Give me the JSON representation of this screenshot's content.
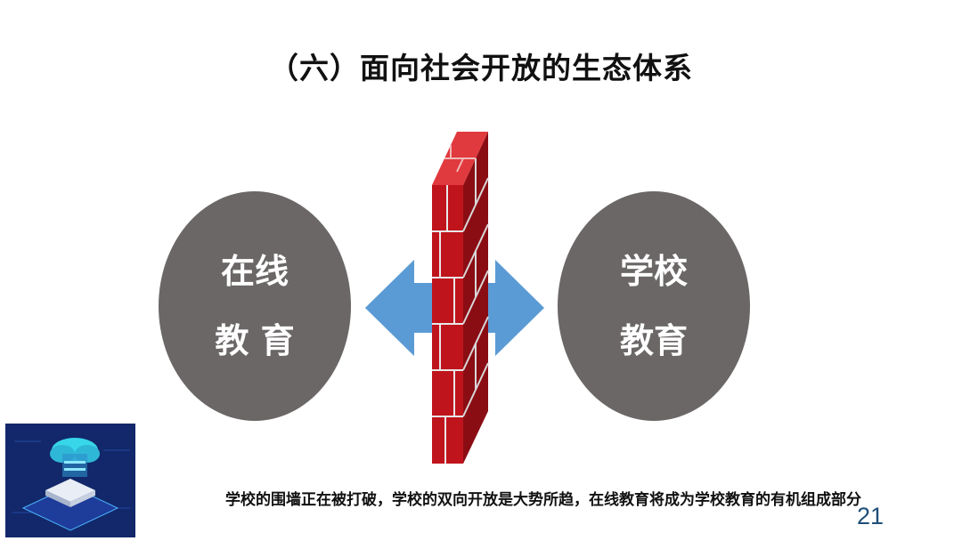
{
  "slide": {
    "title": "（六）面向社会开放的生态体系",
    "left_circle": {
      "line1": "在线",
      "line2": "教 育"
    },
    "right_circle": {
      "line1": "学校",
      "line2": "教育"
    },
    "caption": "学校的围墙正在被打破，学校的双向开放是大势所趋，在线教育将成为学校教育的有机组成部分",
    "page_number": "21"
  },
  "colors": {
    "circle_fill": "#6b6767",
    "arrow_fill": "#5b9bd5",
    "brick_front": "#c0141c",
    "brick_side": "#8b0d14",
    "brick_top": "#e03a3e",
    "page_number": "#1f4e79"
  },
  "icons": {
    "wall": "brick-wall-icon",
    "arrow": "double-arrow-icon",
    "thumbnail": "cloud-book-illustration"
  }
}
